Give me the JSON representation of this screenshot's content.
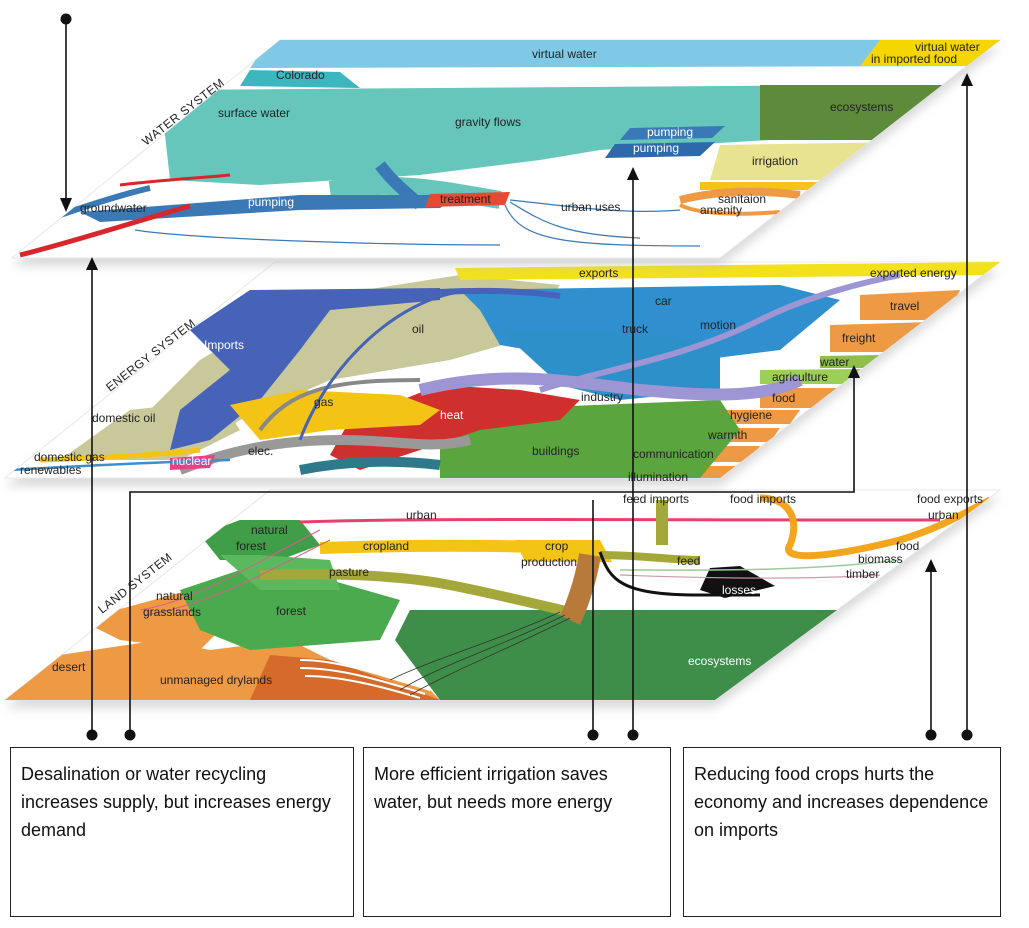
{
  "systems": {
    "water": "WATER SYSTEM",
    "energy": "ENERGY SYSTEM",
    "land": "LAND SYSTEM"
  },
  "water_labels": {
    "virtual_water": "virtual water",
    "virtual_water_imported_1": "virtual water",
    "virtual_water_imported_2": "in imported food",
    "colorado": "Colorado",
    "surface_water": "surface water",
    "gravity_flows": "gravity flows",
    "ecosystems": "ecosystems",
    "pumping_a": "pumping",
    "pumping_b": "pumping",
    "irrigation": "irrigation",
    "groundwater": "groundwater",
    "pumping_main": "pumping",
    "treatment": "treatment",
    "urban_uses": "urban uses",
    "sanitaion": "sanitaion",
    "amenity": "amenity"
  },
  "energy_labels": {
    "exports": "exports",
    "exported_energy": "exported energy",
    "car": "car",
    "travel": "travel",
    "oil": "oil",
    "truck": "truck",
    "motion": "motion",
    "freight": "freight",
    "imports": "Imports",
    "water": "water",
    "agriculture": "agriculture",
    "industry": "industry",
    "food": "food",
    "gas": "gas",
    "heat": "heat",
    "hygiene": "hygiene",
    "domestic_oil": "domestic oil",
    "warmth": "warmth",
    "buildings": "buildings",
    "elec": "elec.",
    "communication": "communication",
    "domestic_gas": "domestic gas",
    "nuclear": "nuclear",
    "renewables": "renewables",
    "illumination": "illumination"
  },
  "land_labels": {
    "feed_imports": "feed imports",
    "food_imports": "food imports",
    "food_exports": "food exports",
    "urban": "urban",
    "urban_right": "urban",
    "natural_forest_1": "natural",
    "natural_forest_2": "forest",
    "cropland": "cropland",
    "crop_production_1": "crop",
    "crop_production_2": "production",
    "feed": "feed",
    "food": "food",
    "biomass": "biomass",
    "timber": "timber",
    "pasture": "pasture",
    "losses": "losses",
    "natural_grasslands_1": "natural",
    "natural_grasslands_2": "grasslands",
    "forest": "forest",
    "ecosystems": "ecosystems",
    "desert": "desert",
    "unmanaged_drylands": "unmanaged drylands"
  },
  "notes": [
    "Desalination or water recycling increases supply, but increases energy demand",
    "More efficient irrigation  saves water, but needs more energy",
    "Reducing food crops hurts the economy and increases dependence on imports"
  ]
}
